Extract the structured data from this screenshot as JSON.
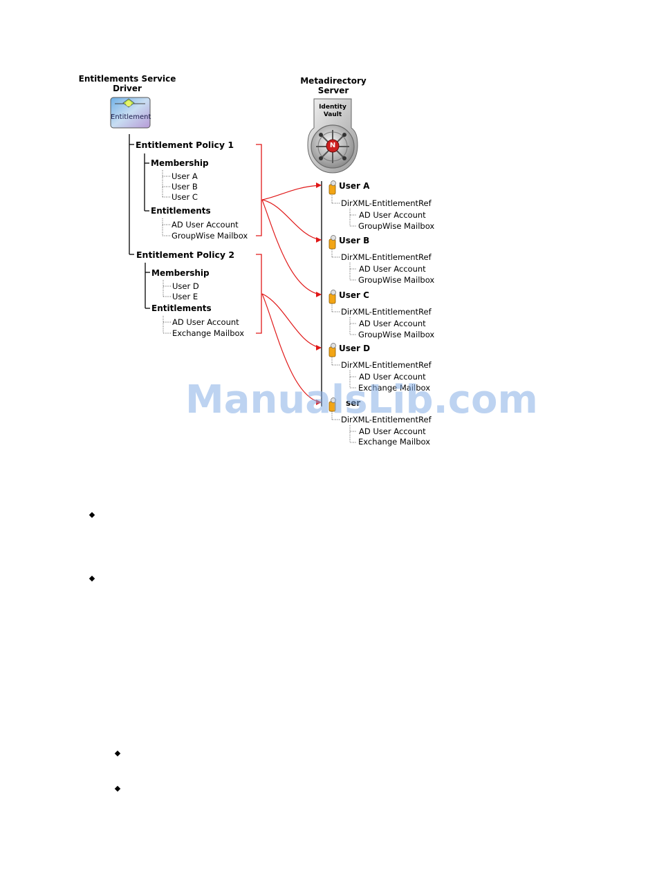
{
  "driver": {
    "caption_line1": "Entitlements Service",
    "caption_line2": "Driver",
    "icon_label": "Entitlement",
    "icon_name": "entitlement-driver-icon"
  },
  "server": {
    "caption_line1": "Metadirectory",
    "caption_line2": "Server",
    "vault_label_line1": "Identity",
    "vault_label_line2": "Vault",
    "vault_badge": "N",
    "icon_name": "identity-vault-icon"
  },
  "policies": [
    {
      "title": "Entitlement Policy 1",
      "membership_label": "Membership",
      "members": [
        "User A",
        "User B",
        "User C"
      ],
      "entitlements_label": "Entitlements",
      "entitlements": [
        "AD User Account",
        "GroupWise Mailbox"
      ]
    },
    {
      "title": "Entitlement Policy 2",
      "membership_label": "Membership",
      "members": [
        "User D",
        "User E"
      ],
      "entitlements_label": "Entitlements",
      "entitlements": [
        "AD User Account",
        "Exchange Mailbox"
      ]
    }
  ],
  "users": [
    {
      "name": "User A",
      "ref": "DirXML-EntitlementRef",
      "items": [
        "AD User Account",
        "GroupWise Mailbox"
      ]
    },
    {
      "name": "User B",
      "ref": "DirXML-EntitlementRef",
      "items": [
        "AD User Account",
        "GroupWise Mailbox"
      ]
    },
    {
      "name": "User C",
      "ref": "DirXML-EntitlementRef",
      "items": [
        "AD User Account",
        "GroupWise Mailbox"
      ]
    },
    {
      "name": "User D",
      "ref": "DirXML-EntitlementRef",
      "items": [
        "AD User Account",
        "Exchange Mailbox"
      ]
    },
    {
      "name": "ser",
      "ref": "DirXML-EntitlementRef",
      "items": [
        "AD User Account",
        "Exchange Mailbox"
      ]
    }
  ],
  "watermark": "ManualsLib.com",
  "colors": {
    "connector": "#e01818",
    "user_icon": "#f2a516",
    "vault_badge": "#cc2020",
    "watermark": "#87afe6"
  }
}
